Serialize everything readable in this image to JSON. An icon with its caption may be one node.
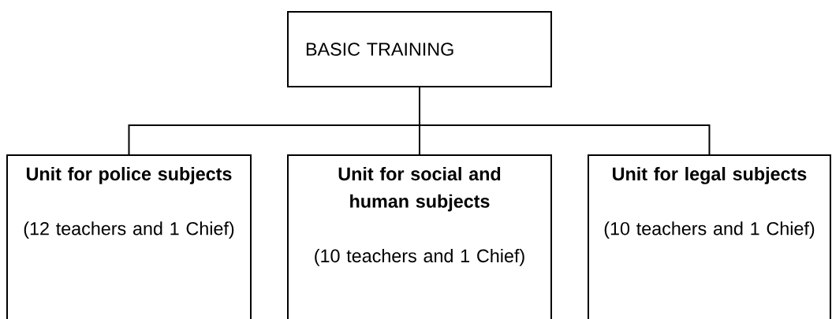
{
  "diagram": {
    "nodes": [
      {
        "text": [
          "BASIC TRAINING"
        ]
      },
      {
        "text": [
          "Unit for police subjects",
          "(12 teachers and 1 Chief)"
        ]
      },
      {
        "text": [
          "Unit for social and human subjects",
          "(10 teachers and 1 Chief)"
        ]
      },
      {
        "text": [
          "Unit for legal subjects",
          "(10 teachers and 1 Chief)"
        ]
      }
    ],
    "edges": [
      {
        "from": 0,
        "to": 1,
        "arrow": "none"
      },
      {
        "from": 0,
        "to": 2,
        "arrow": "none"
      },
      {
        "from": 0,
        "to": 3,
        "arrow": "none"
      }
    ]
  }
}
